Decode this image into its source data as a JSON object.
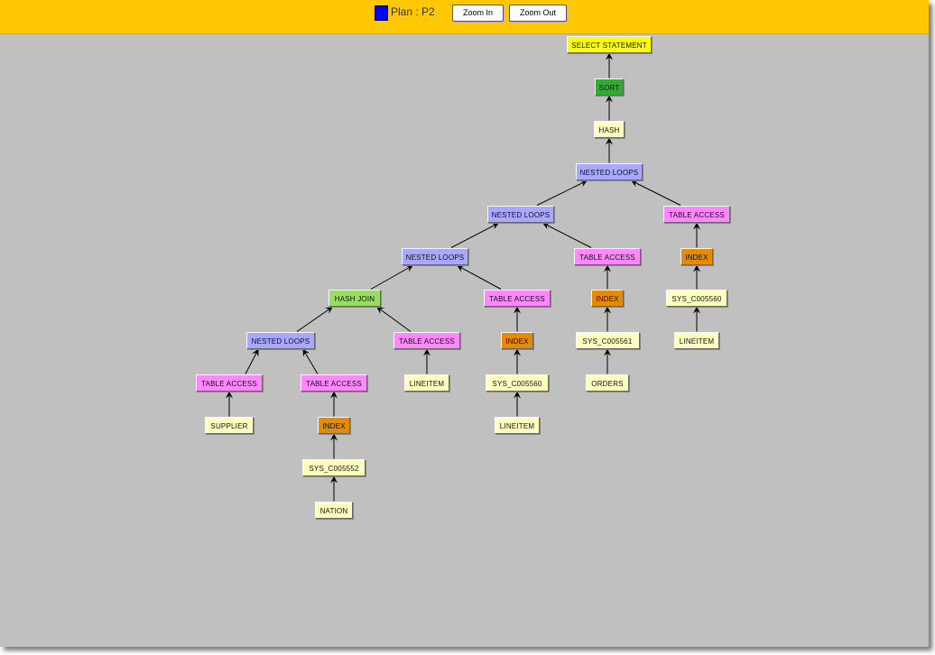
{
  "toolbar": {
    "plan_label": "Plan : P2",
    "plan_color": "#0000ff",
    "zoom_in_label": "Zoom In",
    "zoom_out_label": "Zoom Out"
  },
  "colors": {
    "select": "#ffff00",
    "sort": "#33aa33",
    "hash": "#ffffc0",
    "nested": "#a8a8ff",
    "table": "#ff88ff",
    "index": "#e68a00",
    "hashjoin": "#99dd66",
    "object": "#ffffc0"
  },
  "plan": {
    "nodes": [
      {
        "label": "SELECT STATEMENT",
        "kind": "select",
        "parent": null
      },
      {
        "label": "SORT",
        "kind": "sort",
        "parent": 0
      },
      {
        "label": "HASH",
        "kind": "hash",
        "parent": 1
      },
      {
        "label": "NESTED LOOPS",
        "kind": "nested",
        "parent": 2
      },
      {
        "label": "NESTED LOOPS",
        "kind": "nested",
        "parent": 3
      },
      {
        "label": "TABLE ACCESS",
        "kind": "table",
        "parent": 3
      },
      {
        "label": "NESTED LOOPS",
        "kind": "nested",
        "parent": 4
      },
      {
        "label": "TABLE ACCESS",
        "kind": "table",
        "parent": 4
      },
      {
        "label": "INDEX",
        "kind": "index",
        "parent": 5
      },
      {
        "label": "HASH JOIN",
        "kind": "hashjoin",
        "parent": 6
      },
      {
        "label": "TABLE ACCESS",
        "kind": "table",
        "parent": 6
      },
      {
        "label": "INDEX",
        "kind": "index",
        "parent": 7
      },
      {
        "label": "SYS_C005560",
        "kind": "object",
        "parent": 8
      },
      {
        "label": "NESTED LOOPS",
        "kind": "nested",
        "parent": 9
      },
      {
        "label": "TABLE ACCESS",
        "kind": "table",
        "parent": 9
      },
      {
        "label": "INDEX",
        "kind": "index",
        "parent": 10
      },
      {
        "label": "SYS_C005561",
        "kind": "object",
        "parent": 11
      },
      {
        "label": "LINEITEM",
        "kind": "object",
        "parent": 12
      },
      {
        "label": "TABLE ACCESS",
        "kind": "table",
        "parent": 13
      },
      {
        "label": "TABLE ACCESS",
        "kind": "table",
        "parent": 13
      },
      {
        "label": "LINEITEM",
        "kind": "object",
        "parent": 14
      },
      {
        "label": "SYS_C005560",
        "kind": "object",
        "parent": 15
      },
      {
        "label": "ORDERS",
        "kind": "object",
        "parent": 16
      },
      {
        "label": "SUPPLIER",
        "kind": "object",
        "parent": 18
      },
      {
        "label": "INDEX",
        "kind": "index",
        "parent": 19
      },
      {
        "label": "LINEITEM",
        "kind": "object",
        "parent": 21
      },
      {
        "label": "SYS_C005552",
        "kind": "object",
        "parent": 24
      },
      {
        "label": "NATION",
        "kind": "object",
        "parent": 26
      }
    ]
  }
}
